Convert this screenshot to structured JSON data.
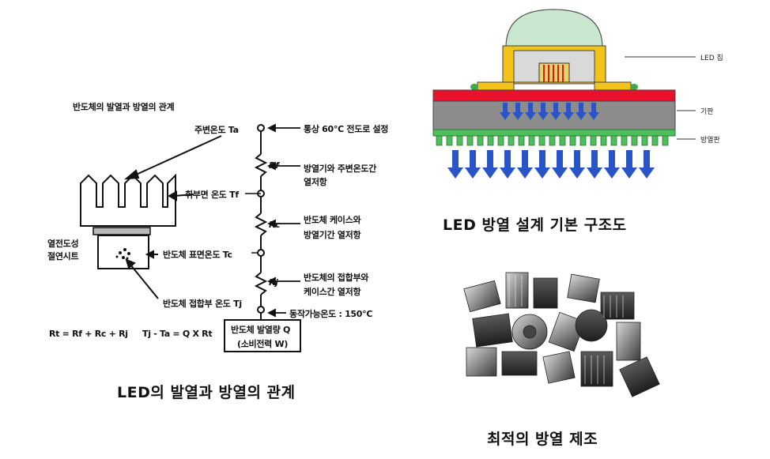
{
  "left_diagram": {
    "title": "반도체의 발열과 방열의 관계",
    "node_labels": {
      "ambient_temp": "주변온도 Ta",
      "heatsink_surface_temp": "휘부면 온도 Tf",
      "semiconductor_surface_temp": "반도체 표면온도 Tc",
      "semiconductor_junction_temp": "반도체 접합부 온도 Tj"
    },
    "resistors": [
      "Rf",
      "Rc",
      "Rj"
    ],
    "notes": {
      "ambient_note": "통상 60℃ 전도로 설정",
      "rf_note_1": "방열기와 주변온도간",
      "rf_note_2": "열저항",
      "rc_note_1": "반도체 케이스와",
      "rc_note_2": "방열기간 열저항",
      "rj_note_1": "반도체의 접합부와",
      "rj_note_2": "케이스간 열저항",
      "operating_temp": "동작가능온도 : 150℃"
    },
    "sheet_label_1": "열전도성",
    "sheet_label_2": "절연시트",
    "heat_box_1": "반도체 발열량 Q",
    "heat_box_2": "(소비전력 W)",
    "formula_1": "Rt = Rf + Rc + Rj",
    "formula_2": "Tj - Ta = Q X Rt",
    "caption": "LED의 발열과 방열의 관계"
  },
  "right_top_diagram": {
    "labels": {
      "chip": "LED 칩",
      "substrate": "기판",
      "heat_plate": "방열판"
    },
    "caption": "LED 방열 설계 기본 구조도",
    "colors": {
      "dome": "#c9e6cf",
      "substrate_red": "#e8132b",
      "substrate_gray": "#8c8c8c",
      "heat_plate_green": "#4cbf5c",
      "arrow_blue": "#2a55c8",
      "gold": "#f2c41a"
    }
  },
  "right_bottom": {
    "caption": "최적의 방열 제조"
  }
}
